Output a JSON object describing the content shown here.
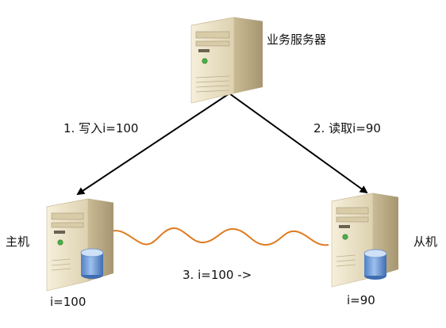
{
  "nodes": {
    "business_server": {
      "label": "业务服务器",
      "icon": "server-icon"
    },
    "master": {
      "label": "主机",
      "value_label": "i=100",
      "icon": "database-server-icon"
    },
    "slave": {
      "label": "从机",
      "value_label": "i=90",
      "icon": "database-server-icon"
    }
  },
  "edges": {
    "write": {
      "label": "1. 写入i=100"
    },
    "read": {
      "label": "2. 读取i=90"
    },
    "sync": {
      "label": "3.  i=100 ->"
    }
  },
  "colors": {
    "arrow": "#000000",
    "sync_wave": "#e07a1f",
    "server_body": "#efe6cd",
    "server_side": "#b9ab88",
    "database_blue": "#6d9bd9"
  }
}
